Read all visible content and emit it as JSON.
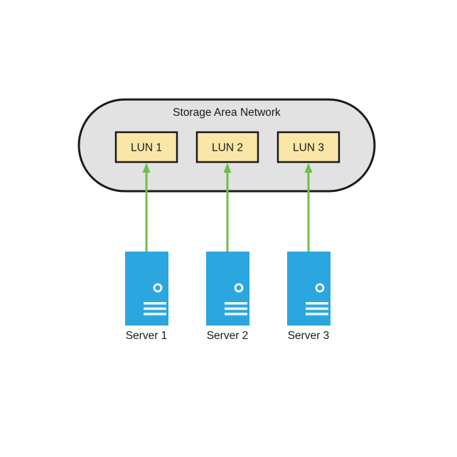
{
  "diagram": {
    "title": "Storage Area Network",
    "background_color": "#FFFFFF",
    "san": {
      "label": "Storage Area Network",
      "fill_color": "#E2E2E2",
      "stroke_color": "#1A1A1A",
      "shape": "stadium"
    },
    "luns": [
      {
        "label": "LUN 1",
        "fill_color": "#FAE7A8",
        "stroke_color": "#1A1A1A"
      },
      {
        "label": "LUN 2",
        "fill_color": "#FAE7A8",
        "stroke_color": "#1A1A1A"
      },
      {
        "label": "LUN 3",
        "fill_color": "#FAE7A8",
        "stroke_color": "#1A1A1A"
      }
    ],
    "servers": [
      {
        "label": "Server 1",
        "fill_color": "#2BA6DE",
        "icon": "server-chassis-icon"
      },
      {
        "label": "Server 2",
        "fill_color": "#2BA6DE",
        "icon": "server-chassis-icon"
      },
      {
        "label": "Server 3",
        "fill_color": "#2BA6DE",
        "icon": "server-chassis-icon"
      }
    ],
    "connections": [
      {
        "from": "Server 1",
        "to": "LUN 1",
        "color": "#6FBF4A",
        "direction": "up"
      },
      {
        "from": "Server 2",
        "to": "LUN 2",
        "color": "#6FBF4A",
        "direction": "up"
      },
      {
        "from": "Server 3",
        "to": "LUN 3",
        "color": "#6FBF4A",
        "direction": "up"
      }
    ]
  }
}
